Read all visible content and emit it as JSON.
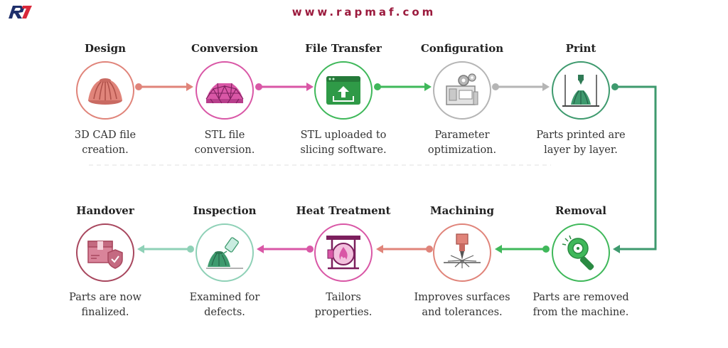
{
  "header": {
    "url": "www.rapmaf.com",
    "logo": "R7"
  },
  "colors": {
    "design": "#e0847a",
    "conversion": "#d957a6",
    "transfer": "#3fb85a",
    "configuration": "#b5b5b5",
    "print": "#3e9a6e",
    "removal": "#3fb85a",
    "machining": "#e0847a",
    "heat": "#d957a6",
    "inspection": "#8fd1b7",
    "handover": "#a8475e"
  },
  "steps": [
    {
      "id": "design",
      "title": "Design",
      "icon": "cad-part-icon",
      "desc": [
        "3D CAD file",
        "creation."
      ]
    },
    {
      "id": "conversion",
      "title": "Conversion",
      "icon": "stl-mesh-icon",
      "desc": [
        "STL file",
        "conversion."
      ]
    },
    {
      "id": "transfer",
      "title": "File Transfer",
      "icon": "upload-window-icon",
      "desc": [
        "STL uploaded to",
        "slicing software."
      ]
    },
    {
      "id": "configuration",
      "title": "Configuration",
      "icon": "gears-machine-icon",
      "desc": [
        "Parameter",
        "optimization."
      ]
    },
    {
      "id": "print",
      "title": "Print",
      "icon": "printer-nozzle-icon",
      "desc": [
        "Parts printed are",
        "layer by layer."
      ]
    },
    {
      "id": "removal",
      "title": "Removal",
      "icon": "cutting-tool-icon",
      "desc": [
        "Parts are removed",
        "from the machine."
      ]
    },
    {
      "id": "machining",
      "title": "Machining",
      "icon": "drill-sparks-icon",
      "desc": [
        "Improves surfaces",
        "and tolerances."
      ]
    },
    {
      "id": "heat",
      "title": "Heat Treatment",
      "icon": "furnace-icon",
      "desc": [
        "Tailors",
        "properties."
      ]
    },
    {
      "id": "inspection",
      "title": "Inspection",
      "icon": "inspection-probe-icon",
      "desc": [
        "Examined for",
        "defects."
      ]
    },
    {
      "id": "handover",
      "title": "Handover",
      "icon": "package-check-icon",
      "desc": [
        "Parts are now",
        "finalized."
      ]
    }
  ]
}
